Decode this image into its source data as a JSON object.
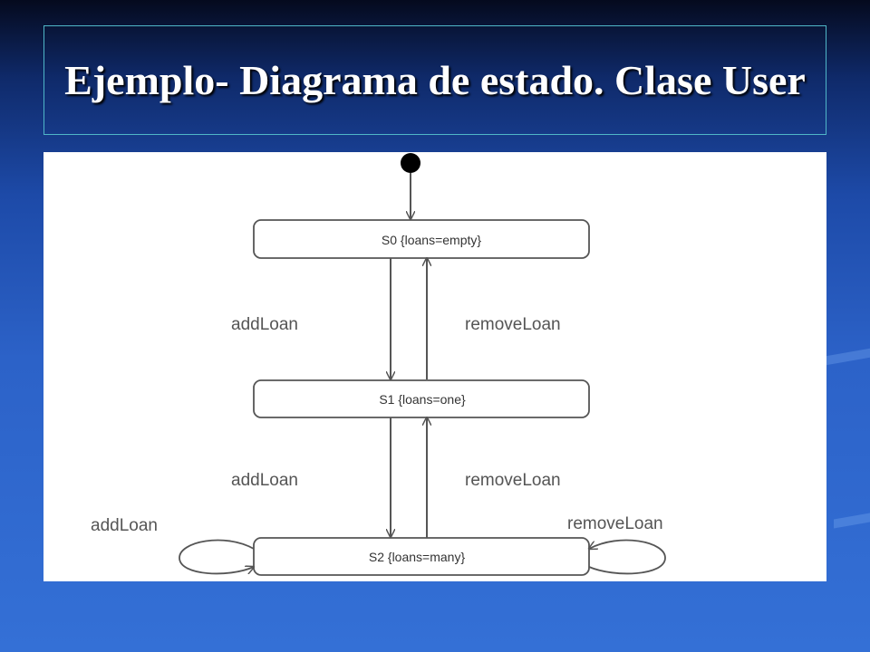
{
  "slide": {
    "title": "Ejemplo- Diagrama de estado. Clase User"
  },
  "diagram": {
    "states": {
      "s0": "S0 {loans=empty}",
      "s1": "S1 {loans=one}",
      "s2": "S2 {loans=many}"
    },
    "transitions": {
      "s0_to_s1": "addLoan",
      "s1_to_s0": "removeLoan",
      "s1_to_s2": "addLoan",
      "s2_to_s1": "removeLoan",
      "s2_self_add": "addLoan",
      "s2_self_remove": "removeLoan"
    }
  },
  "colors": {
    "title_text": "#ffffff",
    "title_border": "#4fb6c8",
    "panel": "#ffffff",
    "ink": "#555555"
  }
}
